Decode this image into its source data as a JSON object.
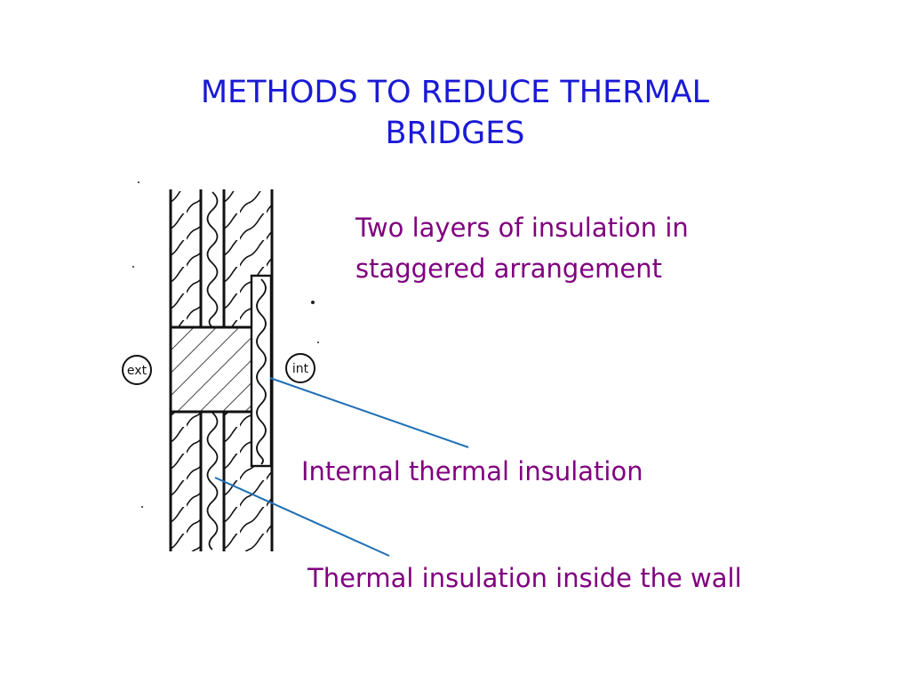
{
  "slide": {
    "title_line1": "METHODS TO REDUCE THERMAL",
    "title_line2": "BRIDGES"
  },
  "diagram": {
    "exterior_label": "ext",
    "interior_label": "int"
  },
  "callouts": {
    "staggered_line1": "Two layers of insulation in",
    "staggered_line2": "staggered arrangement",
    "internal_insulation": "Internal thermal insulation",
    "wall_insulation": "Thermal insulation inside the wall"
  },
  "colors": {
    "title": "#1a1ad6",
    "callout_text": "#800080",
    "leader_line": "#1f6fb5"
  }
}
